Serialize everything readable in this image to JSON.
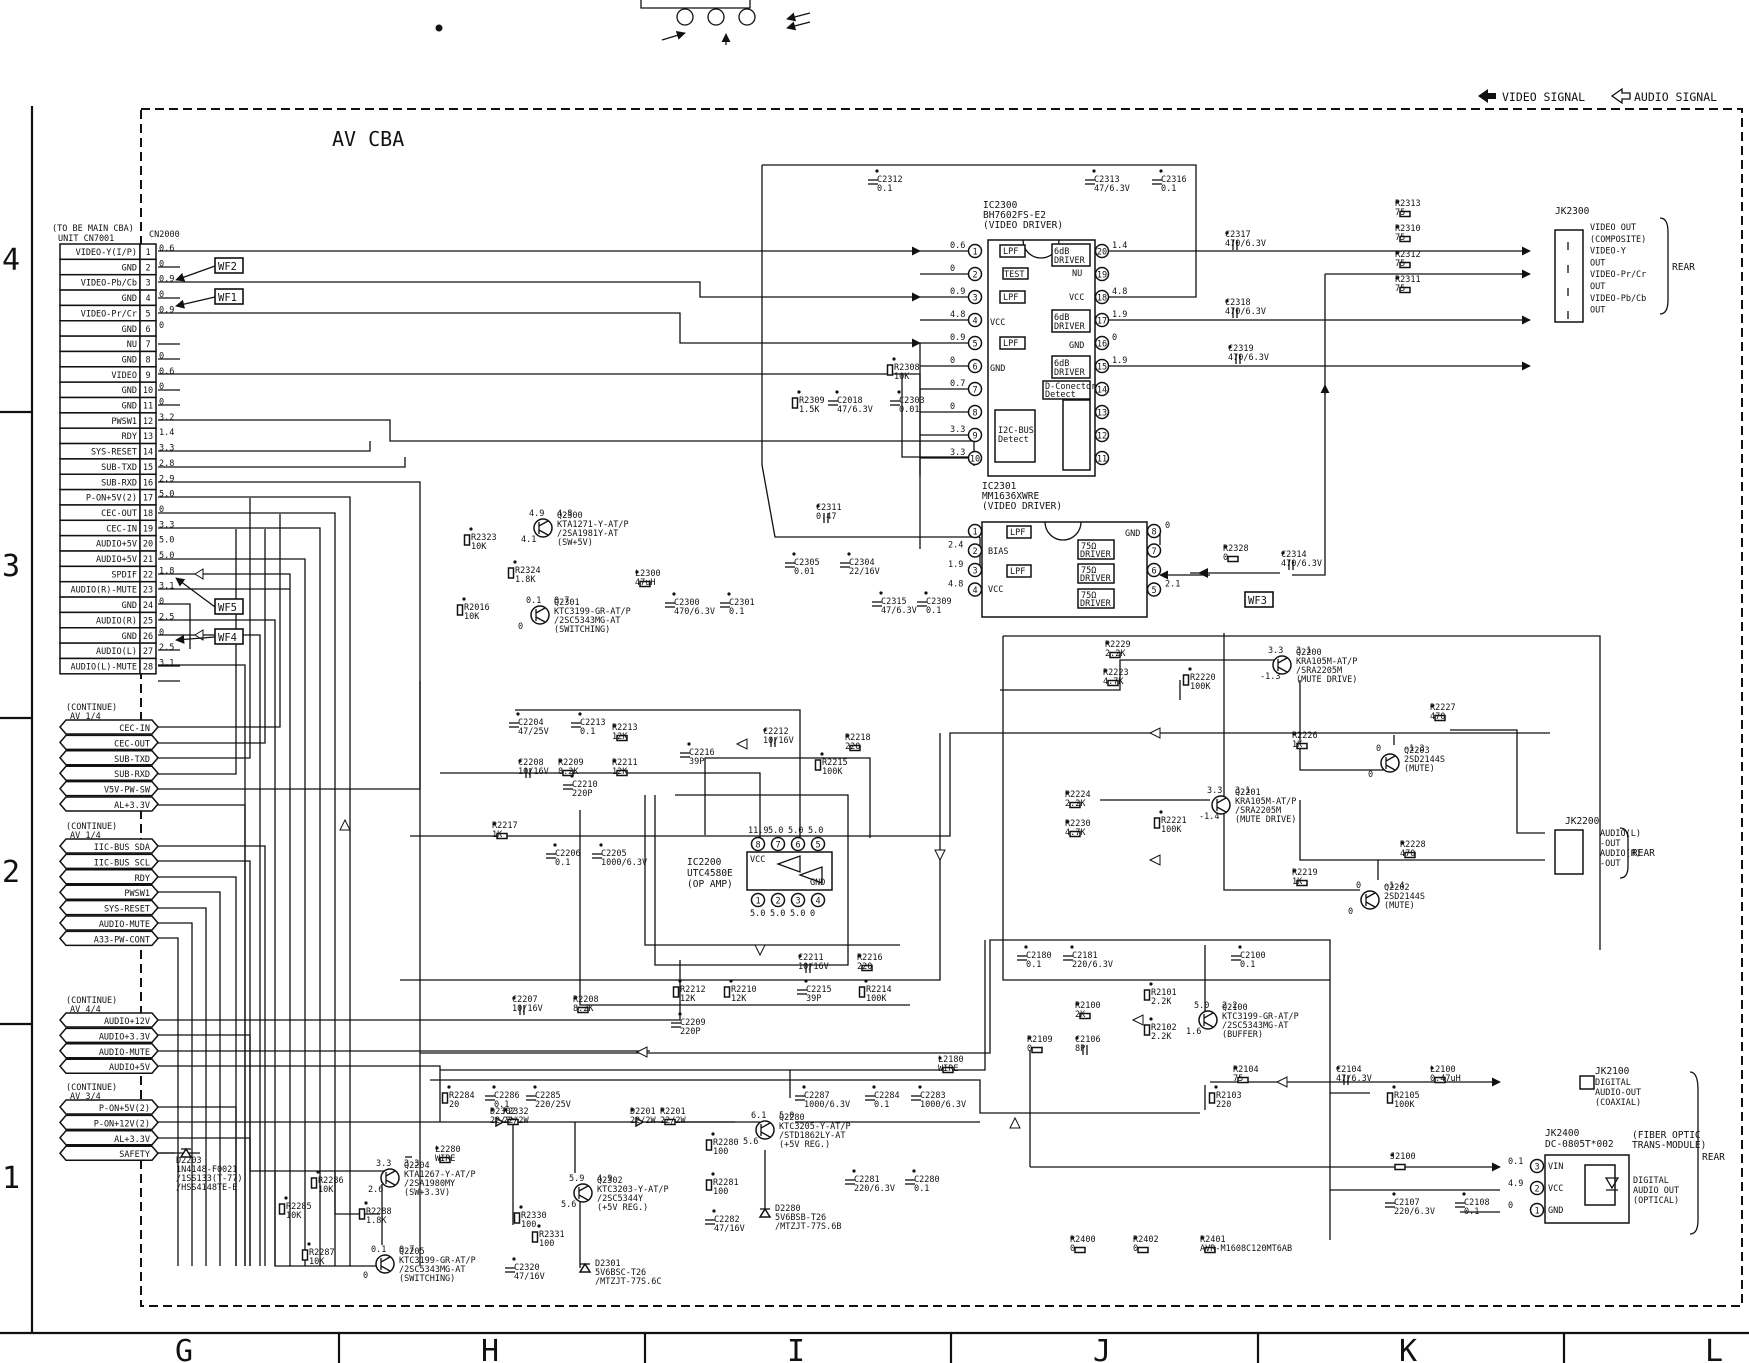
{
  "legend": {
    "video": "VIDEO SIGNAL",
    "audio": "AUDIO SIGNAL"
  },
  "board_title": "AV CBA",
  "grid": {
    "columns": [
      "G",
      "H",
      "I",
      "J",
      "K",
      "L"
    ],
    "rows": [
      "4",
      "3",
      "2",
      "1"
    ]
  },
  "cn2000": {
    "ref": "CN2000",
    "note": [
      "(TO BE MAIN CBA)",
      "UNIT CN7001"
    ],
    "pins": [
      {
        "n": "1",
        "name": "VIDEO-Y(I/P)",
        "v": "0.6"
      },
      {
        "n": "2",
        "name": "GND",
        "v": "0"
      },
      {
        "n": "3",
        "name": "VIDEO-Pb/Cb",
        "v": "0.9"
      },
      {
        "n": "4",
        "name": "GND",
        "v": "0"
      },
      {
        "n": "5",
        "name": "VIDEO-Pr/Cr",
        "v": "0.9"
      },
      {
        "n": "6",
        "name": "GND",
        "v": "0"
      },
      {
        "n": "7",
        "name": "NU",
        "v": ""
      },
      {
        "n": "8",
        "name": "GND",
        "v": "0"
      },
      {
        "n": "9",
        "name": "VIDEO",
        "v": "0.6"
      },
      {
        "n": "10",
        "name": "GND",
        "v": "0"
      },
      {
        "n": "11",
        "name": "GND",
        "v": "0"
      },
      {
        "n": "12",
        "name": "PWSW1",
        "v": "3.2"
      },
      {
        "n": "13",
        "name": "RDY",
        "v": "1.4"
      },
      {
        "n": "14",
        "name": "SYS-RESET",
        "v": "3.3"
      },
      {
        "n": "15",
        "name": "SUB-TXD",
        "v": "2.8"
      },
      {
        "n": "16",
        "name": "SUB-RXD",
        "v": "2.9"
      },
      {
        "n": "17",
        "name": "P-ON+5V(2)",
        "v": "5.0"
      },
      {
        "n": "18",
        "name": "CEC-OUT",
        "v": "0"
      },
      {
        "n": "19",
        "name": "CEC-IN",
        "v": "3.3"
      },
      {
        "n": "20",
        "name": "AUDIO+5V",
        "v": "5.0"
      },
      {
        "n": "21",
        "name": "AUDIO+5V",
        "v": "5.0"
      },
      {
        "n": "22",
        "name": "SPDIF",
        "v": "1.8"
      },
      {
        "n": "23",
        "name": "AUDIO(R)-MUTE",
        "v": "3.1"
      },
      {
        "n": "24",
        "name": "GND",
        "v": "0"
      },
      {
        "n": "25",
        "name": "AUDIO(R)",
        "v": "2.5"
      },
      {
        "n": "26",
        "name": "GND",
        "v": "0"
      },
      {
        "n": "27",
        "name": "AUDIO(L)",
        "v": "2.5"
      },
      {
        "n": "28",
        "name": "AUDIO(L)-MUTE",
        "v": "3.1"
      }
    ]
  },
  "wf": [
    "WF2",
    "WF1",
    "WF5",
    "WF4",
    "WF3"
  ],
  "continue_groups": [
    {
      "title": "(CONTINUE)",
      "sub": "AV 1/4",
      "items": [
        "CEC-IN",
        "CEC-OUT",
        "SUB-TXD",
        "SUB-RXD",
        "V5V-PW-SW",
        "AL+3.3V"
      ]
    },
    {
      "title": "(CONTINUE)",
      "sub": "AV 1/4",
      "items": [
        "IIC-BUS SDA",
        "IIC-BUS SCL",
        "RDY",
        "PWSW1",
        "SYS-RESET",
        "AUDIO-MUTE",
        "A33-PW-CONT"
      ]
    },
    {
      "title": "(CONTINUE)",
      "sub": "AV 4/4",
      "items": [
        "AUDIO+12V",
        "AUDIO+3.3V",
        "AUDIO-MUTE",
        "AUDIO+5V"
      ]
    },
    {
      "title": "(CONTINUE)",
      "sub": "AV 3/4",
      "items": [
        "P-ON+5V(2)",
        "P-ON+12V(2)",
        "AL+3.3V",
        "SAFETY"
      ]
    }
  ],
  "ic2300": {
    "ref": "IC2300",
    "part": "BH7602FS-E2",
    "desc": "(VIDEO DRIVER)",
    "left_pins": [
      {
        "n": "1",
        "v": "0.6"
      },
      {
        "n": "2",
        "v": "0"
      },
      {
        "n": "3",
        "v": "0.9"
      },
      {
        "n": "4",
        "v": "4.8"
      },
      {
        "n": "5",
        "v": "0.9"
      },
      {
        "n": "6",
        "v": "0"
      },
      {
        "n": "7",
        "v": "0.7"
      },
      {
        "n": "8",
        "v": "0"
      },
      {
        "n": "9",
        "v": "3.3"
      },
      {
        "n": "10",
        "v": "3.3"
      }
    ],
    "right_pins": [
      {
        "n": "20",
        "v": "1.4"
      },
      {
        "n": "19",
        "v": ""
      },
      {
        "n": "18",
        "v": "4.8"
      },
      {
        "n": "17",
        "v": "1.9"
      },
      {
        "n": "16",
        "v": "0"
      },
      {
        "n": "15",
        "v": "1.9"
      },
      {
        "n": "14",
        "v": ""
      },
      {
        "n": "13",
        "v": ""
      },
      {
        "n": "12",
        "v": ""
      },
      {
        "n": "11",
        "v": ""
      }
    ],
    "labels": {
      "lpf": "LPF",
      "test": "TEST",
      "drv": "6dB DRIVER",
      "vcc": "VCC",
      "gnd": "GND",
      "nu": "NU",
      "dcon": "D-Conector Detect",
      "i2c": "I2C-BUS Detect"
    }
  },
  "ic2301": {
    "ref": "IC2301",
    "part": "MM1636XWRE",
    "desc": "(VIDEO DRIVER)",
    "left_pins": [
      {
        "n": "1",
        "v": ""
      },
      {
        "n": "2",
        "v": "2.4"
      },
      {
        "n": "3",
        "v": "1.9"
      },
      {
        "n": "4",
        "v": "4.8"
      }
    ],
    "right_pins": [
      {
        "n": "8",
        "v": "0"
      },
      {
        "n": "7",
        "v": ""
      },
      {
        "n": "6",
        "v": ""
      },
      {
        "n": "5",
        "v": "2.1"
      }
    ],
    "labels": {
      "lpf": "LPF",
      "bias": "BIAS",
      "vcc": "VCC",
      "gnd": "GND",
      "drv": "75Ω DRIVER"
    }
  },
  "ic2200": {
    "ref": "IC2200",
    "part": "UTC4580E",
    "desc": "(OP AMP)",
    "top_pins": [
      {
        "n": "8",
        "v": "11.9"
      },
      {
        "n": "7",
        "v": "5.0"
      },
      {
        "n": "6",
        "v": "5.0"
      },
      {
        "n": "5",
        "v": "5.0"
      }
    ],
    "bottom_pins": [
      {
        "n": "1",
        "v": "5.0"
      },
      {
        "n": "2",
        "v": "5.0"
      },
      {
        "n": "3",
        "v": "5.0"
      },
      {
        "n": "4",
        "v": "0"
      }
    ],
    "labels": {
      "vcc": "VCC",
      "gnd": "GND"
    }
  },
  "jk2300": {
    "ref": "JK2300",
    "outs": [
      "VIDEO OUT",
      "(COMPOSITE)",
      "VIDEO-Y",
      "OUT",
      "VIDEO-Pr/Cr",
      "OUT",
      "VIDEO-Pb/Cb",
      "OUT"
    ],
    "side": "REAR"
  },
  "jk2200": {
    "ref": "JK2200",
    "outs": [
      "AUDIO(L)",
      "-OUT",
      "AUDIO(R)",
      "-OUT"
    ],
    "side": "REAR"
  },
  "jk2100": {
    "ref": "JK2100",
    "outs": [
      "DIGITAL",
      "AUDIO-OUT",
      "(COAXIAL)"
    ]
  },
  "jk2400": {
    "ref": "JK2400",
    "part": "DC-0805T*002",
    "note": [
      "(FIBER OPTIC",
      "TRANS-MODULE)"
    ],
    "pins": [
      "VIN",
      "VCC",
      "GND"
    ],
    "pin_nums": [
      "3",
      "2",
      "1"
    ],
    "pin_v": [
      "0.1",
      "4.9",
      "0"
    ],
    "outs": [
      "DIGITAL",
      "AUDIO OUT",
      "(OPTICAL)"
    ],
    "side": "REAR"
  },
  "components": [
    {
      "ref": "C2312",
      "val": "0.1"
    },
    {
      "ref": "C2313",
      "val": "47/6.3V"
    },
    {
      "ref": "C2316",
      "val": "0.1"
    },
    {
      "ref": "R2313",
      "val": "75"
    },
    {
      "ref": "R2310",
      "val": "75"
    },
    {
      "ref": "R2312",
      "val": "75"
    },
    {
      "ref": "R2311",
      "val": "75"
    },
    {
      "ref": "C2317",
      "val": "470/6.3V"
    },
    {
      "ref": "C2318",
      "val": "470/6.3V"
    },
    {
      "ref": "C2319",
      "val": "470/6.3V"
    },
    {
      "ref": "R2308",
      "val": "10K"
    },
    {
      "ref": "R2309",
      "val": "1.5K"
    },
    {
      "ref": "C2018",
      "val": "47/6.3V"
    },
    {
      "ref": "C2303",
      "val": "0.01"
    },
    {
      "ref": "C2311",
      "val": "0.47"
    },
    {
      "ref": "C2305",
      "val": "0.01"
    },
    {
      "ref": "C2304",
      "val": "22/16V"
    },
    {
      "ref": "C2315",
      "val": "47/6.3V"
    },
    {
      "ref": "C2309",
      "val": "0.1"
    },
    {
      "ref": "R2328",
      "val": "0"
    },
    {
      "ref": "C2314",
      "val": "470/6.3V"
    },
    {
      "ref": "R2323",
      "val": "10K"
    },
    {
      "ref": "R2324",
      "val": "1.8K"
    },
    {
      "ref": "R2016",
      "val": "10K"
    },
    {
      "ref": "L2300",
      "val": "47uH"
    },
    {
      "ref": "C2300",
      "val": "470/6.3V"
    },
    {
      "ref": "C2301",
      "val": "0.1"
    },
    {
      "ref": "R2229",
      "val": "2.2K"
    },
    {
      "ref": "R2223",
      "val": "4.7K"
    },
    {
      "ref": "R2220",
      "val": "100K"
    },
    {
      "ref": "C2204",
      "val": "47/25V"
    },
    {
      "ref": "C2213",
      "val": "0.1"
    },
    {
      "ref": "R2213",
      "val": "12K"
    },
    {
      "ref": "C2216",
      "val": "39P"
    },
    {
      "ref": "C2208",
      "val": "10/16V"
    },
    {
      "ref": "R2209",
      "val": "8.2K"
    },
    {
      "ref": "R2211",
      "val": "12K"
    },
    {
      "ref": "C2210",
      "val": "220P"
    },
    {
      "ref": "C2212",
      "val": "10/16V"
    },
    {
      "ref": "R2215",
      "val": "100K"
    },
    {
      "ref": "R2218",
      "val": "220"
    },
    {
      "ref": "R2226",
      "val": "1K"
    },
    {
      "ref": "R2227",
      "val": "470"
    },
    {
      "ref": "R2224",
      "val": "2.2K"
    },
    {
      "ref": "R2230",
      "val": "4.7K"
    },
    {
      "ref": "R2221",
      "val": "100K"
    },
    {
      "ref": "R2228",
      "val": "470"
    },
    {
      "ref": "R2219",
      "val": "1K"
    },
    {
      "ref": "R2217",
      "val": "1K"
    },
    {
      "ref": "C2206",
      "val": "0.1"
    },
    {
      "ref": "C2205",
      "val": "1000/6.3V"
    },
    {
      "ref": "C2211",
      "val": "10/16V"
    },
    {
      "ref": "R2216",
      "val": "220"
    },
    {
      "ref": "R2214",
      "val": "100K"
    },
    {
      "ref": "C2215",
      "val": "39P"
    },
    {
      "ref": "C2207",
      "val": "10/16V"
    },
    {
      "ref": "R2208",
      "val": "8.2K"
    },
    {
      "ref": "R2212",
      "val": "12K"
    },
    {
      "ref": "R2210",
      "val": "12K"
    },
    {
      "ref": "C2209",
      "val": "220P"
    },
    {
      "ref": "C2180",
      "val": "0.1"
    },
    {
      "ref": "C2181",
      "val": "220/6.3V"
    },
    {
      "ref": "C2100",
      "val": "0.1"
    },
    {
      "ref": "R2100",
      "val": "2K"
    },
    {
      "ref": "C2106",
      "val": "8P"
    },
    {
      "ref": "R2101",
      "val": "2.2K"
    },
    {
      "ref": "R2102",
      "val": "2.2K"
    },
    {
      "ref": "R2109",
      "val": "0"
    },
    {
      "ref": "R2104",
      "val": "75"
    },
    {
      "ref": "R2103",
      "val": "220"
    },
    {
      "ref": "C2104",
      "val": "47/6.3V"
    },
    {
      "ref": "L2100",
      "val": "0.47uH"
    },
    {
      "ref": "R2105",
      "val": "100K"
    },
    {
      "ref": "L2180",
      "val": "WIRE"
    },
    {
      "ref": "R2284",
      "val": "20"
    },
    {
      "ref": "C2286",
      "val": "0.1"
    },
    {
      "ref": "C2285",
      "val": "220/25V"
    },
    {
      "ref": "C2287",
      "val": "1000/6.3V"
    },
    {
      "ref": "C2284",
      "val": "0.1"
    },
    {
      "ref": "C2283",
      "val": "1000/6.3V"
    },
    {
      "ref": "L2280",
      "val": "WIRE"
    },
    {
      "ref": "D2302",
      "val": "22/2W"
    },
    {
      "ref": "R2332",
      "val": "22/2W"
    },
    {
      "ref": "D2201",
      "val": "22/2W"
    },
    {
      "ref": "R2201",
      "val": "22/2W"
    },
    {
      "ref": "R2280",
      "val": "100"
    },
    {
      "ref": "R2281",
      "val": "100"
    },
    {
      "ref": "C2282",
      "val": "47/16V"
    },
    {
      "ref": "C2281",
      "val": "220/6.3V"
    },
    {
      "ref": "C2280",
      "val": "0.1"
    },
    {
      "ref": "J2100",
      "val": ""
    },
    {
      "ref": "C2107",
      "val": "220/6.3V"
    },
    {
      "ref": "C2108",
      "val": "0.1"
    },
    {
      "ref": "R2286",
      "val": "10K"
    },
    {
      "ref": "R2288",
      "val": "1.8K"
    },
    {
      "ref": "R2285",
      "val": "10K"
    },
    {
      "ref": "R2287",
      "val": "10K"
    },
    {
      "ref": "R2330",
      "val": "100"
    },
    {
      "ref": "R2331",
      "val": "100"
    },
    {
      "ref": "C2320",
      "val": "47/16V"
    },
    {
      "ref": "R2400",
      "val": "0"
    },
    {
      "ref": "R2402",
      "val": "0"
    },
    {
      "ref": "R2401",
      "val": "AVR-M1608C120MT6AB"
    }
  ],
  "transistors": [
    {
      "ref": "Q2300",
      "part": [
        "KTA1271-Y-AT/P",
        "/2SA1981Y-AT",
        "(SW+5V)"
      ],
      "v": [
        "4.9",
        "4.8",
        "4.1"
      ]
    },
    {
      "ref": "Q2301",
      "part": [
        "KTC3199-GR-AT/P",
        "/2SC5343MG-AT",
        "(SWITCHING)"
      ],
      "v": [
        "0.1",
        "0.7",
        "0"
      ]
    },
    {
      "ref": "Q2200",
      "part": [
        "KRA105M-AT/P",
        "/SRA2205M",
        "(MUTE DRIVE)"
      ],
      "v": [
        "3.3",
        "3.1",
        "-1.3"
      ]
    },
    {
      "ref": "Q2203",
      "part": [
        "2SD2144S",
        "(MUTE)"
      ],
      "v": [
        "0",
        "-1.3",
        "0"
      ]
    },
    {
      "ref": "Q2201",
      "part": [
        "KRA105M-AT/P",
        "/SRA2205M",
        "(MUTE DRIVE)"
      ],
      "v": [
        "3.3",
        "3.1",
        "-1.4"
      ]
    },
    {
      "ref": "Q2202",
      "part": [
        "2SD2144S",
        "(MUTE)"
      ],
      "v": [
        "0",
        "-1.4",
        "0"
      ]
    },
    {
      "ref": "Q2100",
      "part": [
        "KTC3199-GR-AT/P",
        "/2SC5343MG-AT",
        "(BUFFER)"
      ],
      "v": [
        "5.0",
        "2.2",
        "1.6"
      ]
    },
    {
      "ref": "Q2280",
      "part": [
        "KTC3205-Y-AT/P",
        "/STD1862LY-AT",
        "(+5V REG.)"
      ],
      "v": [
        "6.1",
        "5.0",
        "5.6"
      ]
    },
    {
      "ref": "Q2302",
      "part": [
        "KTC3203-Y-AT/P",
        "/2SC5344Y",
        "(+5V REG.)"
      ],
      "v": [
        "5.9",
        "4.9",
        "5.6"
      ]
    },
    {
      "ref": "Q2204",
      "part": [
        "KTA1267-Y-AT/P",
        "/2SA1980MY",
        "(SW+3.3V)"
      ],
      "v": [
        "3.3",
        "3.3",
        "2.6"
      ]
    },
    {
      "ref": "Q2205",
      "part": [
        "KTC3199-GR-AT/P",
        "/2SC5343MG-AT",
        "(SWITCHING)"
      ],
      "v": [
        "0.1",
        "0.7",
        "0"
      ]
    }
  ],
  "diodes": [
    {
      "ref": "D2280",
      "part": [
        "5V6BSB-T26",
        "/MTZJT-77S.6B"
      ]
    },
    {
      "ref": "D2301",
      "part": [
        "5V6BSC-T26",
        "/MTZJT-77S.6C"
      ]
    },
    {
      "ref": "D2203",
      "part": [
        "1N4148-F0021",
        "/1SS133(T-77)",
        "/HSS4148TE-E"
      ]
    }
  ]
}
